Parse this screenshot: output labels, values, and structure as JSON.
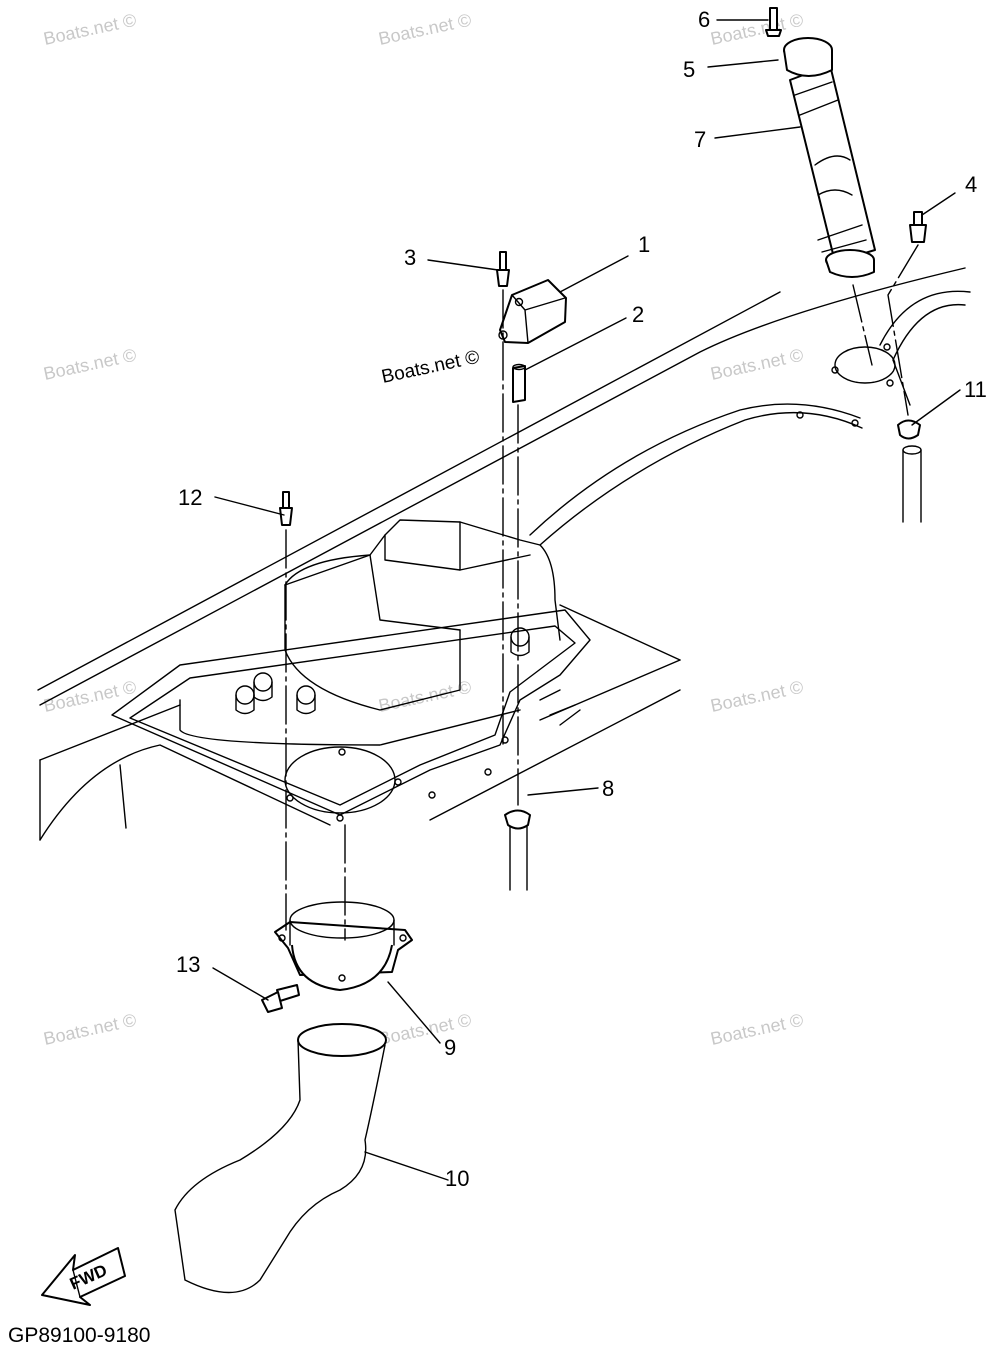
{
  "watermark": "Boats.net ©",
  "drawing_code": "GP89100-9180",
  "fwd_label": "FWD",
  "callouts": [
    "1",
    "2",
    "3",
    "4",
    "5",
    "6",
    "7",
    "8",
    "9",
    "10",
    "11",
    "12",
    "13"
  ]
}
